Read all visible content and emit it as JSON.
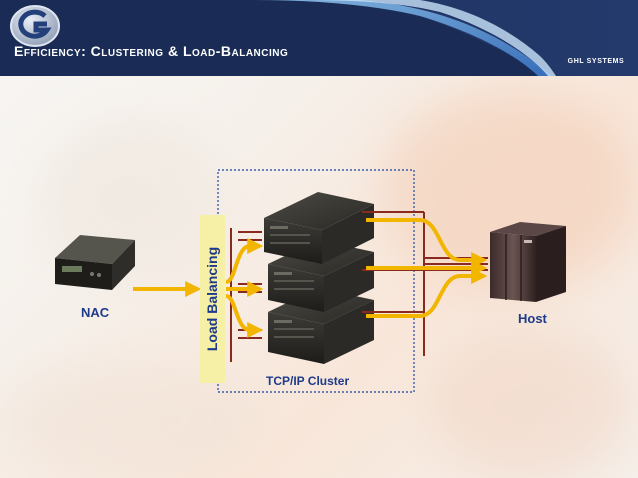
{
  "slide": {
    "title": "Efficiency: Clustering & Load-Balancing",
    "logo_text": "GHL SYSTEMS",
    "colors": {
      "header": "#1c2f5c",
      "header_light": "#3c5fa0",
      "label_blue": "#1f3a8a",
      "arrow_yellow": "#f2b500",
      "line_red": "#8a2a1e",
      "cluster_border": "#3a5da8",
      "load_box": "#f5f0a6"
    }
  },
  "diagram": {
    "nac_label": "NAC",
    "load_balancing_label": "Load Balancing",
    "cluster_label": "TCP/IP Cluster",
    "host_label": "Host"
  },
  "icons": [
    "nac-device-icon",
    "server-icon",
    "host-mainframe-icon",
    "logo-icon"
  ]
}
